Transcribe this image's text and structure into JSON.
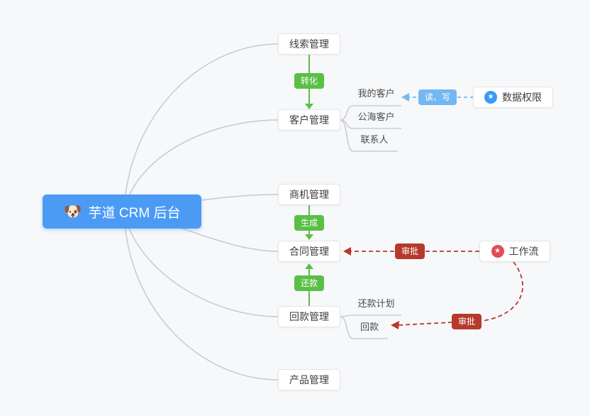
{
  "colors": {
    "background": "#f7f8fa",
    "edge_gray": "#c9ccd1",
    "node_border": "#e3e5e8",
    "node_text": "#3d3d3d",
    "central_blue": "#4b9bf5",
    "green": "#5abf46",
    "light_blue": "#73b7f3",
    "red": "#b6392c",
    "workflow_red": "#e24d55",
    "permission_blue": "#3a9af5"
  },
  "central": {
    "emoji": "🐶",
    "title": "芋道 CRM 后台"
  },
  "nodes": {
    "lead": "线索管理",
    "customer": "客户管理",
    "business": "商机管理",
    "contract": "合同管理",
    "receivable": "回款管理",
    "product": "产品管理",
    "data_permission": "数据权限",
    "workflow": "工作流"
  },
  "subnodes": {
    "my_customer": "我的客户",
    "public_customer": "公海客户",
    "contact": "联系人",
    "repayment_plan": "还款计划",
    "receivable_record": "回款"
  },
  "badges": {
    "convert": "转化",
    "generate": "生成",
    "repay": "还款",
    "read_write": "读、写",
    "approve_contract": "审批",
    "approve_receivable": "审批"
  },
  "icons": {
    "star": "★"
  }
}
